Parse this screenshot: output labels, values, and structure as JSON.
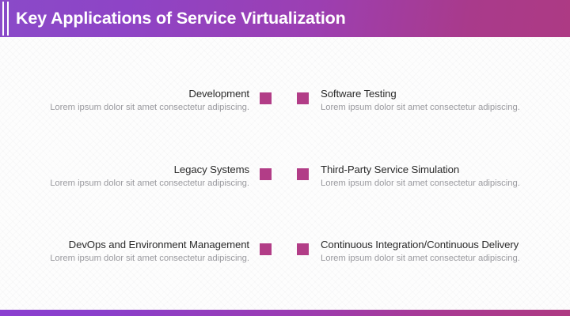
{
  "slide": {
    "title": "Key Applications of Service Virtualization",
    "theme": {
      "header_gradient_start": "#8a4ac8",
      "header_gradient_end": "#ad3a84",
      "footer_gradient_start": "#8b3fd0",
      "footer_gradient_end": "#ae3a82",
      "marker_color": "#b23d87",
      "title_color": "#ffffff",
      "item_title_color": "#2b2b2b",
      "item_desc_color": "#9a9a9f",
      "background_color": "#fdfdfd"
    }
  },
  "content": {
    "rows": [
      {
        "left": {
          "title": "Development",
          "description": "Lorem ipsum dolor sit amet consectetur adipiscing."
        },
        "right": {
          "title": "Software Testing",
          "description": "Lorem ipsum dolor sit amet consectetur adipiscing."
        }
      },
      {
        "left": {
          "title": "Legacy Systems",
          "description": "Lorem ipsum dolor sit amet consectetur adipiscing."
        },
        "right": {
          "title": "Third-Party Service Simulation",
          "description": "Lorem ipsum dolor sit amet consectetur adipiscing."
        }
      },
      {
        "left": {
          "title": "DevOps and Environment Management",
          "description": "Lorem ipsum dolor sit amet consectetur adipiscing."
        },
        "right": {
          "title": "Continuous Integration/Continuous Delivery",
          "description": "Lorem ipsum dolor sit amet consectetur adipiscing."
        }
      }
    ]
  }
}
